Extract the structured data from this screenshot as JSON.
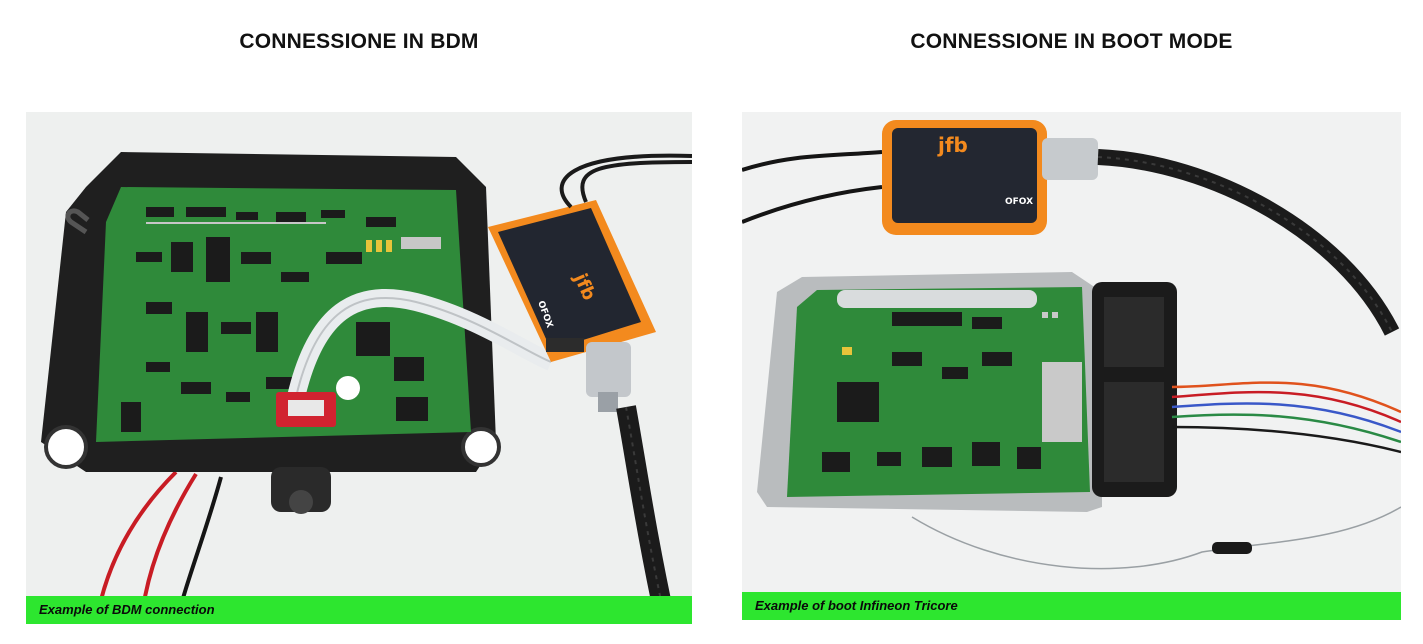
{
  "left_panel": {
    "title": "CONNESSIONE IN BDM",
    "caption": "Example of BDM connection",
    "device_label": "OFOX"
  },
  "right_panel": {
    "title": "CONNESSIONE IN BOOT MODE",
    "caption": "Example of boot Infineon Tricore",
    "device_label": "OFOX"
  },
  "colors": {
    "caption_bar": "#2de62f",
    "device_orange": "#f38a1e",
    "pcb_green": "#2f8a3a",
    "housing_black": "#1e1e1e"
  }
}
